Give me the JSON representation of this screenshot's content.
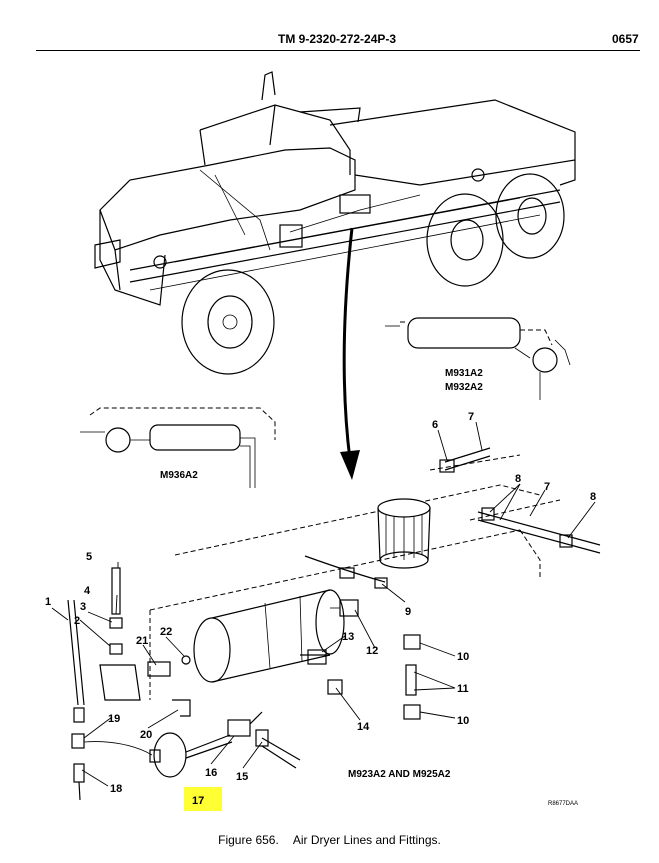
{
  "header": {
    "doc_number": "TM 9-2320-272-24P-3",
    "page": "0657"
  },
  "variants": {
    "a": "M931A2",
    "b": "M932A2",
    "c": "M936A2",
    "d": "M923A2 AND M925A2"
  },
  "callouts": [
    "1",
    "2",
    "3",
    "4",
    "5",
    "6",
    "7",
    "7",
    "8",
    "8",
    "9",
    "10",
    "10",
    "11",
    "12",
    "13",
    "14",
    "15",
    "16",
    "17",
    "18",
    "19",
    "20",
    "21",
    "22"
  ],
  "highlight": {
    "callout": "17",
    "color": "#FFFF33"
  },
  "artwork_id": "R8677DAA",
  "caption": {
    "figure": "Figure  656.",
    "title": "Air Dryer Lines and Fittings."
  }
}
